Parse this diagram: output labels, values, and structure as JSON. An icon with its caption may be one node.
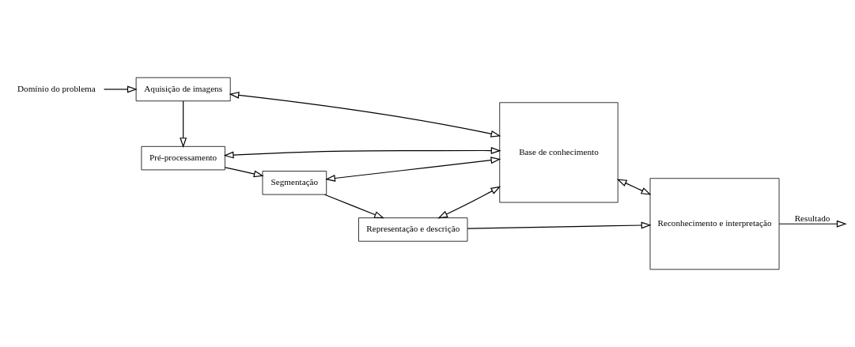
{
  "diagram": {
    "nodes": [
      {
        "text": [
          "Segmentação"
        ]
      },
      {
        "text": [
          "Representação e descrição"
        ]
      },
      {
        "text": [
          "Pré-processamento"
        ]
      },
      {
        "text": [
          "Base de conhecimento"
        ]
      },
      {
        "text": [
          "Reconhecimento e interpretação"
        ]
      },
      {
        "text": [
          "Domínio do problema"
        ]
      },
      {
        "text": [
          "Aquisição de imagens"
        ]
      }
    ],
    "edges": [
      {
        "from": 5,
        "to": 6,
        "arrow": "to"
      },
      {
        "from": 6,
        "to": 2,
        "arrow": "to"
      },
      {
        "from": 2,
        "to": 0,
        "arrow": "to"
      },
      {
        "from": 0,
        "to": 1,
        "arrow": "to"
      },
      {
        "from": 1,
        "to": 4,
        "arrow": "to"
      },
      {
        "from": 0,
        "to": 3,
        "arrow": "both"
      },
      {
        "from": 1,
        "to": 3,
        "arrow": "both"
      },
      {
        "from": 2,
        "to": 3,
        "arrow": "both"
      },
      {
        "from": 6,
        "to": 3,
        "arrow": "both"
      },
      {
        "from": 3,
        "to": 4,
        "arrow": "both"
      },
      {
        "from": 4,
        "to": null,
        "arrow": "to",
        "label": "Resultado"
      }
    ]
  }
}
